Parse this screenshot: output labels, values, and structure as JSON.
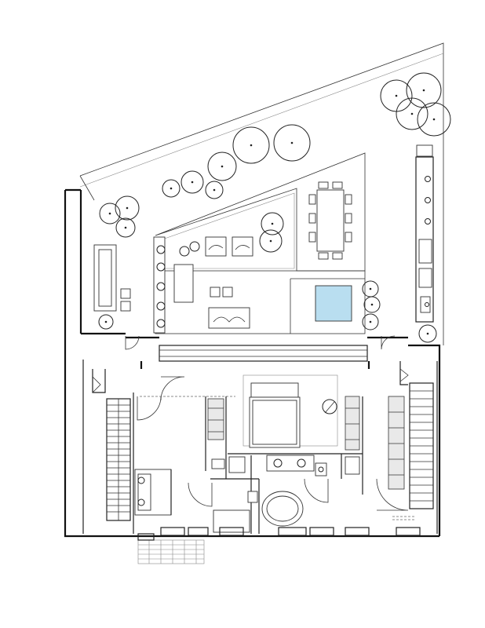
{
  "plan": {
    "accent_pool_color": "#b9def0",
    "line_color": "#111111",
    "background": "#ffffff",
    "features": [
      "garden-trees",
      "dining-table",
      "lounge-sofa",
      "pool",
      "master-bed",
      "guest-bed",
      "bathtub",
      "staircase",
      "kitchen-counter"
    ]
  }
}
